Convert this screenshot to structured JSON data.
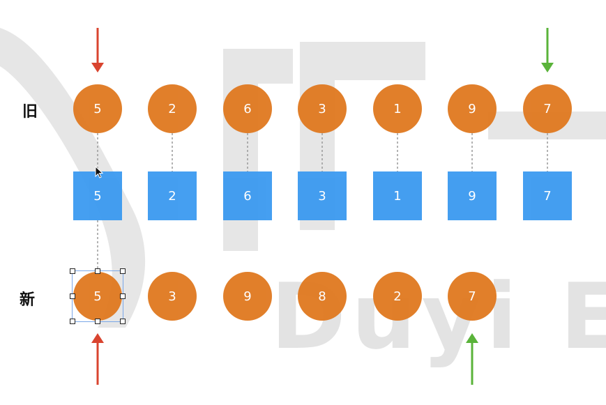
{
  "labels": {
    "old_row": "旧",
    "new_row": "新"
  },
  "watermark": {
    "text": "Duyi E"
  },
  "old_nodes": [
    "5",
    "2",
    "6",
    "3",
    "1",
    "9",
    "7"
  ],
  "key_nodes": [
    "5",
    "2",
    "6",
    "3",
    "1",
    "9",
    "7"
  ],
  "new_nodes": [
    "5",
    "3",
    "9",
    "8",
    "2",
    "7"
  ],
  "colors": {
    "circle": "#e07a22",
    "square": "#3d9bf0",
    "red_arrow": "#d9442f",
    "green_arrow": "#5ab33a",
    "connector": "#9a9a9a",
    "selection": "#7aa7e8"
  }
}
